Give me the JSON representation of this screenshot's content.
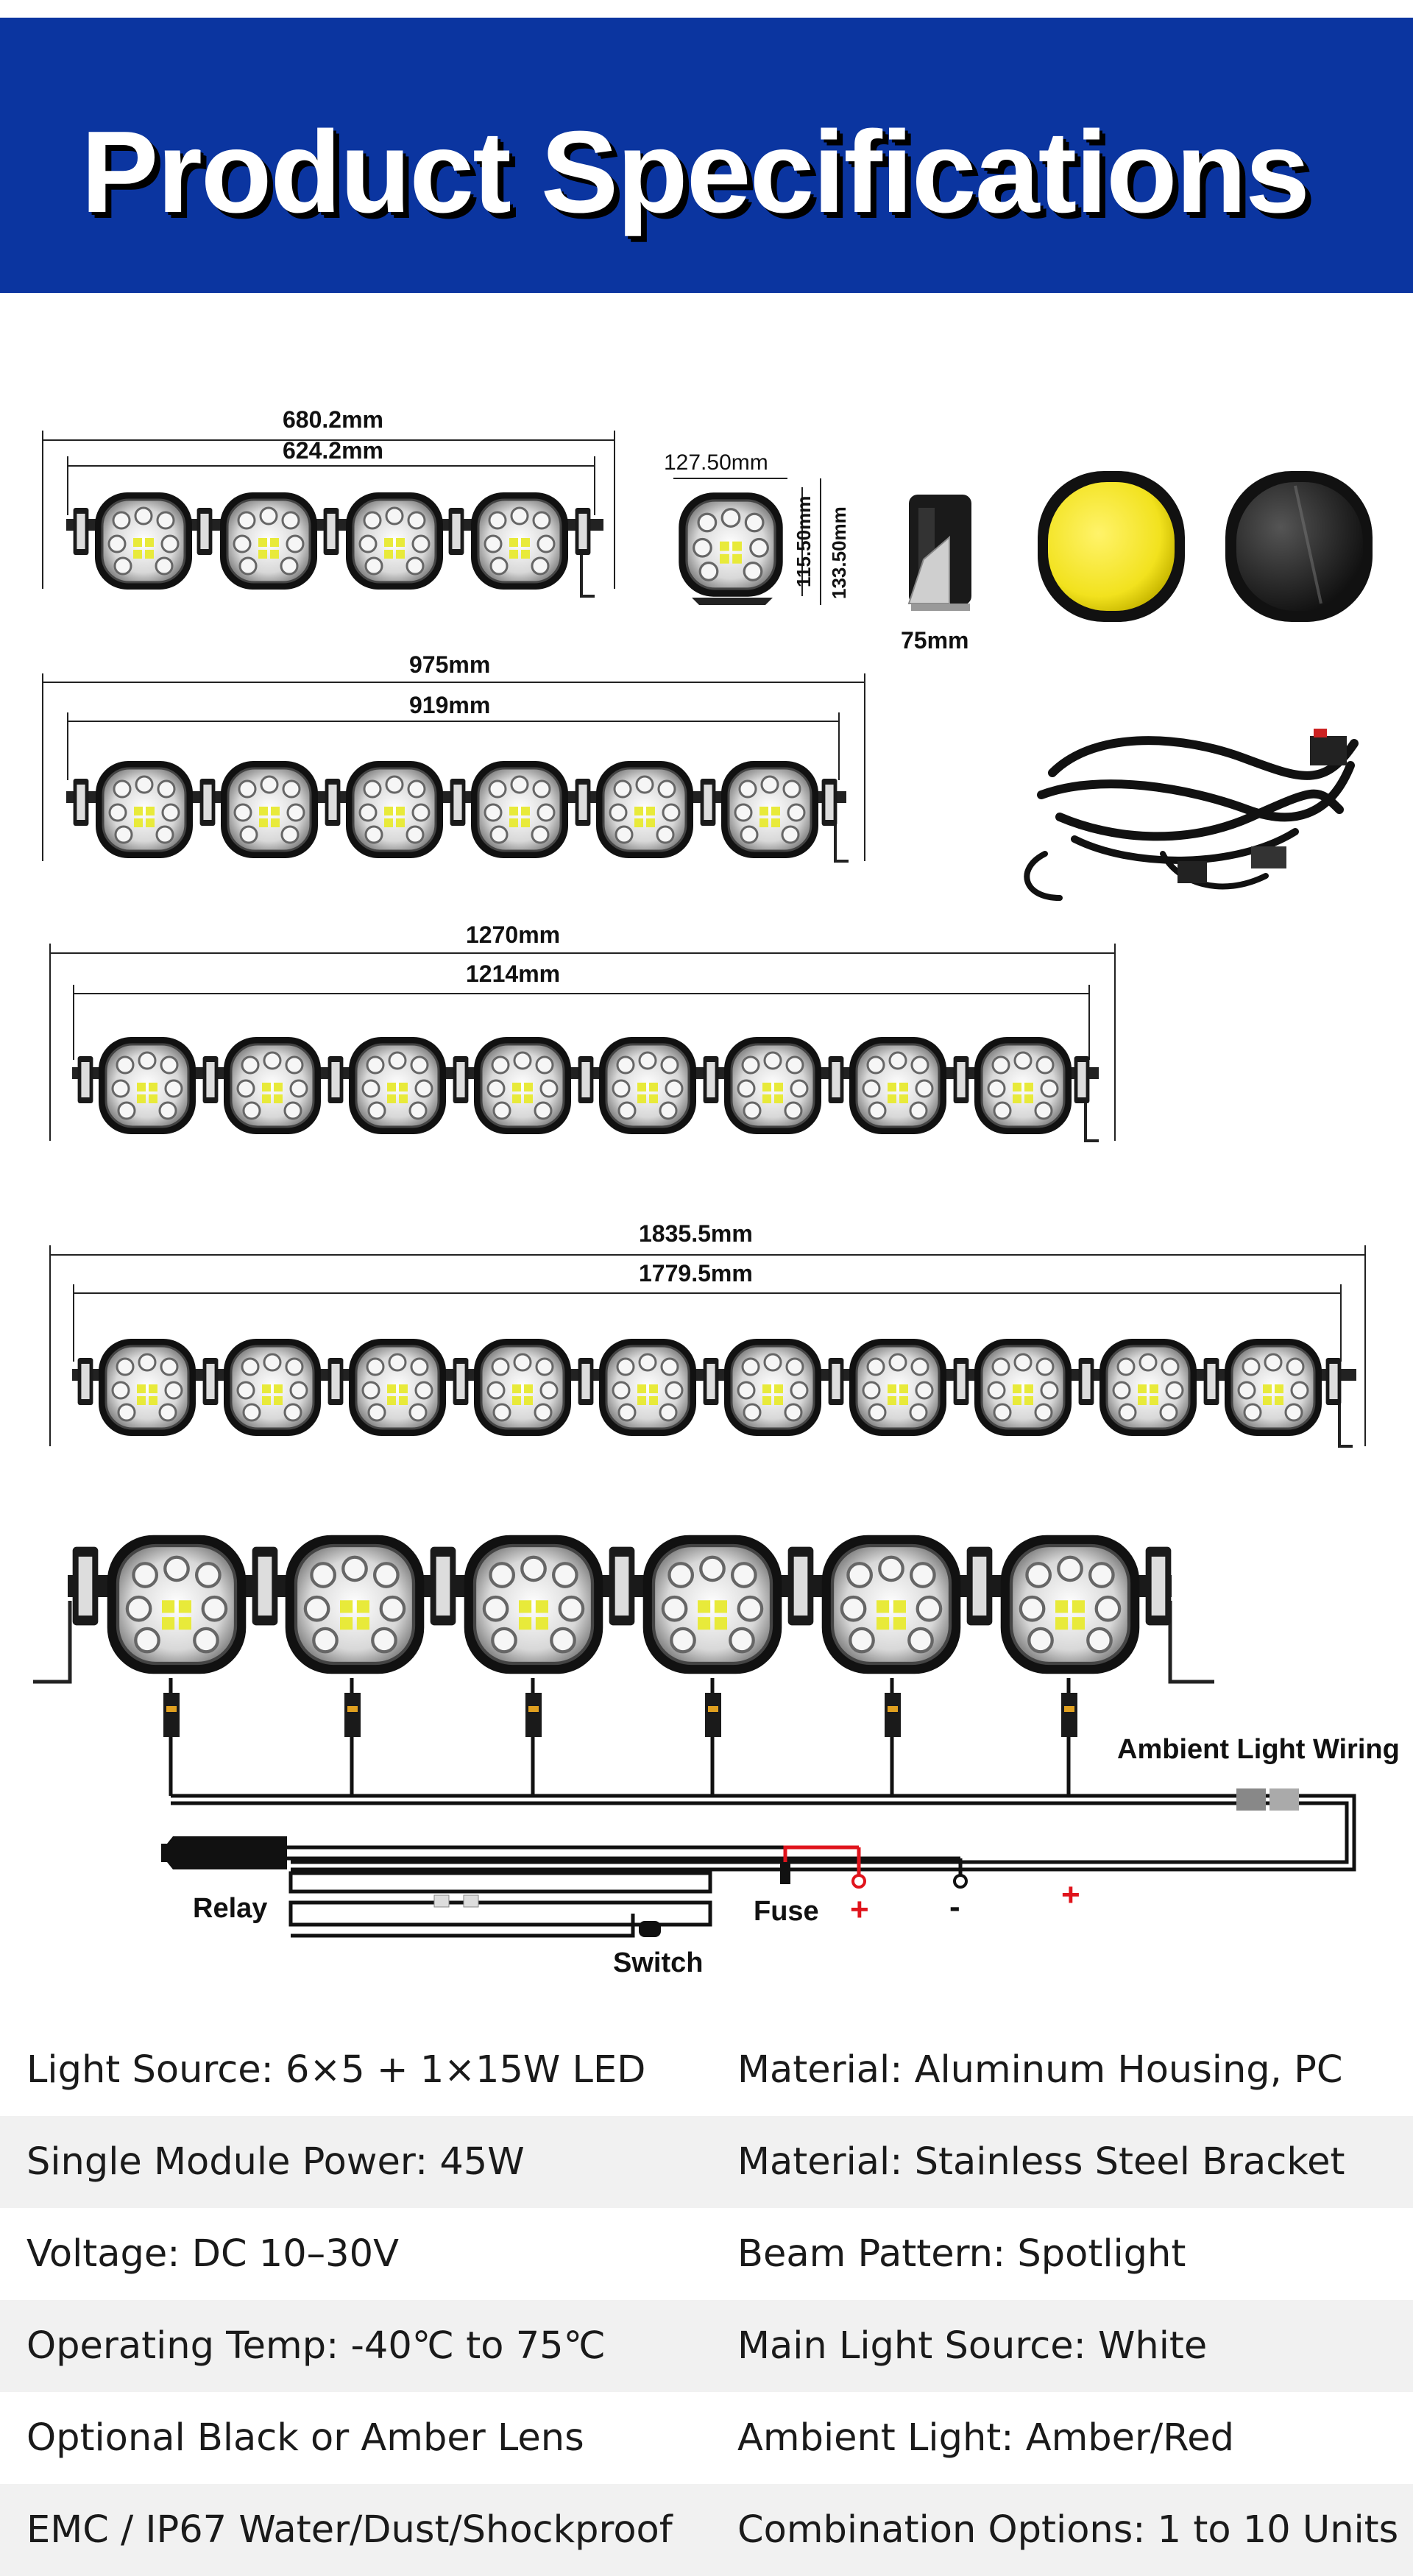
{
  "header": {
    "title": "Product Specifications"
  },
  "dimensions": {
    "bar4": {
      "overall": "680.2mm",
      "inner": "624.2mm"
    },
    "module": {
      "width": "127.50mm",
      "height_inner": "115.50mm",
      "height_outer": "133.50mm"
    },
    "side_depth": "75mm",
    "bar6": {
      "overall": "975mm",
      "inner": "919mm"
    },
    "bar8": {
      "overall": "1270mm",
      "inner": "1214mm"
    },
    "bar10": {
      "overall": "1835.5mm",
      "inner": "1779.5mm"
    }
  },
  "wiring": {
    "ambient": "Ambient Light Wiring",
    "relay": "Relay",
    "fuse": "Fuse",
    "switch": "Switch",
    "plus": "+",
    "minus": "-"
  },
  "specs": [
    {
      "left": "Light Source: 6×5 + 1×15W LED",
      "right": "Material: Aluminum Housing, PC"
    },
    {
      "left": "Single Module Power: 45W",
      "right": "Material: Stainless Steel Bracket"
    },
    {
      "left": "Voltage: DC 10–30V",
      "right": "Beam Pattern: Spotlight"
    },
    {
      "left": "Operating Temp: -40℃ to 75℃",
      "right": "Main Light Source: White"
    },
    {
      "left": "Optional Black or Amber Lens",
      "right": "Ambient Light: Amber/Red"
    },
    {
      "left": "EMC / IP67 Water/Dust/Shockproof",
      "right": "Combination Options: 1 to 10 Units"
    }
  ],
  "colors": {
    "banner": "#0b35a0",
    "lens_amber": "#f2e21e",
    "wire_red": "#e0141c"
  }
}
